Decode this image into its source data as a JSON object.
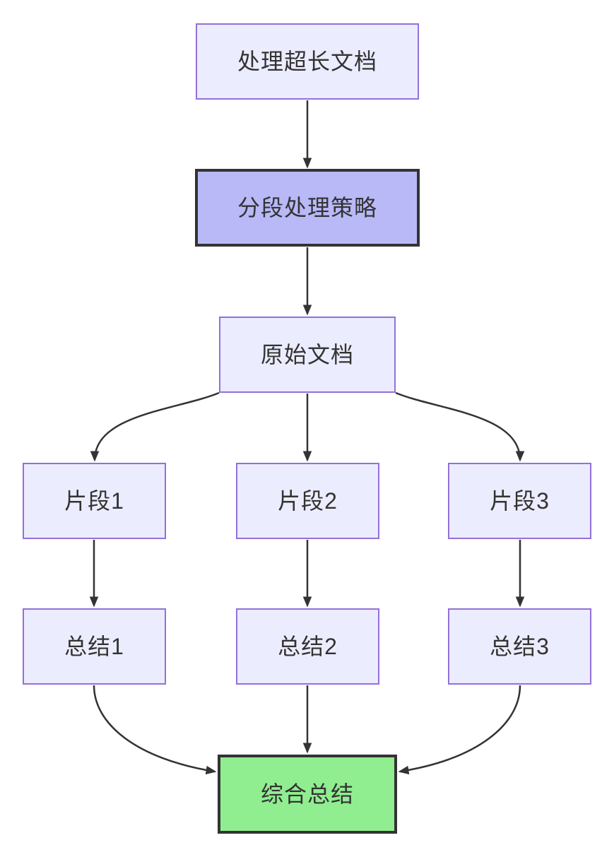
{
  "diagram": {
    "type": "flowchart",
    "direction": "top-down",
    "background": "#ffffff",
    "text_color": "#333333",
    "edge_style": {
      "color": "#333333"
    },
    "nodes": {
      "A": {
        "id": "A",
        "label": "处理超长文档",
        "fill": "#ECECFF",
        "stroke": "#9370DB"
      },
      "B": {
        "id": "B",
        "label": "分段处理策略",
        "fill": "#b9b9f8",
        "stroke": "#333333"
      },
      "C": {
        "id": "C",
        "label": "原始文档",
        "fill": "#ECECFF",
        "stroke": "#9370DB"
      },
      "D1": {
        "id": "D1",
        "label": "片段1",
        "fill": "#ECECFF",
        "stroke": "#9370DB"
      },
      "D2": {
        "id": "D2",
        "label": "片段2",
        "fill": "#ECECFF",
        "stroke": "#9370DB"
      },
      "D3": {
        "id": "D3",
        "label": "片段3",
        "fill": "#ECECFF",
        "stroke": "#9370DB"
      },
      "E1": {
        "id": "E1",
        "label": "总结1",
        "fill": "#ECECFF",
        "stroke": "#9370DB"
      },
      "E2": {
        "id": "E2",
        "label": "总结2",
        "fill": "#ECECFF",
        "stroke": "#9370DB"
      },
      "E3": {
        "id": "E3",
        "label": "总结3",
        "fill": "#ECECFF",
        "stroke": "#9370DB"
      },
      "F": {
        "id": "F",
        "label": "综合总结",
        "fill": "#90EE90",
        "stroke": "#333333"
      }
    },
    "edges": [
      {
        "from": "A",
        "to": "B"
      },
      {
        "from": "B",
        "to": "C"
      },
      {
        "from": "C",
        "to": "D1"
      },
      {
        "from": "C",
        "to": "D2"
      },
      {
        "from": "C",
        "to": "D3"
      },
      {
        "from": "D1",
        "to": "E1"
      },
      {
        "from": "D2",
        "to": "E2"
      },
      {
        "from": "D3",
        "to": "E3"
      },
      {
        "from": "E1",
        "to": "F"
      },
      {
        "from": "E2",
        "to": "F"
      },
      {
        "from": "E3",
        "to": "F"
      }
    ]
  }
}
